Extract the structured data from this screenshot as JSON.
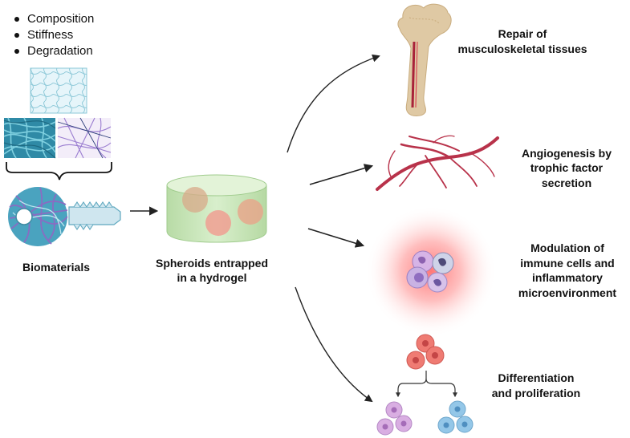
{
  "properties": [
    "Composition",
    "Stiffness",
    "Degradation"
  ],
  "labels": {
    "biomaterials": "Biomaterials",
    "spheroids_line1": "Spheroids entrapped",
    "spheroids_line2": "in a hydrogel"
  },
  "outcomes": [
    {
      "line1": "Repair of",
      "line2": "musculoskeletal tissues"
    },
    {
      "line1": "Angiogenesis by",
      "line2": "trophic factor",
      "line3": "secretion"
    },
    {
      "line1": "Modulation of",
      "line2": "immune cells and",
      "line3": "inflammatory",
      "line4": "microenvironment"
    },
    {
      "line1": "Differentiation",
      "line2": "and proliferation"
    }
  ],
  "colors": {
    "fiber_teal": "#3a9fb8",
    "fiber_purple": "#8a6cc2",
    "hydrogel_green": "#cfeac0",
    "spheroid_red": "#f19a8e",
    "vessel_red": "#b8324a",
    "bone_tan": "#d9c19c",
    "inflammation_red": "#ff5b5b",
    "cell_red": "#ea6a6a",
    "cell_purple": "#d6a6df",
    "cell_blue": "#8fc4e6"
  },
  "icons": [
    "hydrogel-mesh-icon",
    "dense-fiber-mesh-icon",
    "sparse-fiber-mesh-icon",
    "brace-icon",
    "key-icon",
    "hydrogel-disc-icon",
    "bone-icon",
    "blood-vessel-icon",
    "immune-cells-icon",
    "cell-lineage-icon"
  ]
}
